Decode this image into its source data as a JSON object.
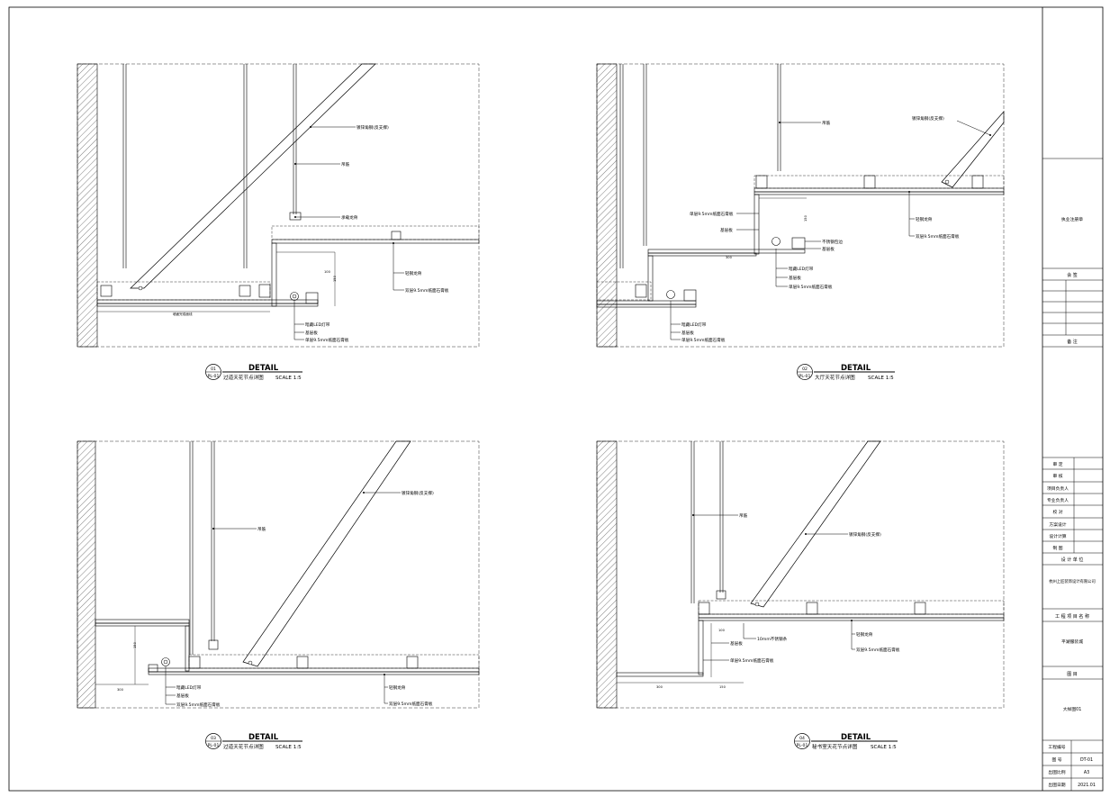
{
  "details": [
    {
      "id": "d1",
      "number": "01",
      "sheet": "PL-01",
      "title": "DETAIL",
      "subtitle": "过道天花节点详图",
      "scale": "SCALE 1:5",
      "labels": [
        "镀锌角钢(反支撑)",
        "吊筋",
        "承载龙骨",
        "轻钢龙骨",
        "双层9.5mm纸面石膏板",
        "暗藏LED灯带",
        "基层板",
        "单层9.5mm纸面石膏板"
      ],
      "dims": [
        "墙面完成面线",
        "150",
        "100"
      ]
    },
    {
      "id": "d2",
      "number": "02",
      "sheet": "PL-01",
      "title": "DETAIL",
      "subtitle": "大厅天花节点详图",
      "scale": "SCALE 1:5",
      "labels": [
        "吊筋",
        "镀锌角钢(反支撑)",
        "单层9.5mm纸面石膏板",
        "基层板",
        "轻钢龙骨",
        "双层9.5mm纸面石膏板",
        "不锈钢包边",
        "基层板",
        "暗藏LED灯带",
        "基层板",
        "单层9.5mm纸面石膏板",
        "暗藏LED灯带",
        "基层板",
        "单层9.5mm纸面石膏板"
      ],
      "dims": [
        "150",
        "300"
      ]
    },
    {
      "id": "d3",
      "number": "03",
      "sheet": "PL-01",
      "title": "DETAIL",
      "subtitle": "过道天花节点详图",
      "scale": "SCALE 1:5",
      "labels": [
        "镀锌角钢(反支撑)",
        "吊筋",
        "暗藏LED灯带",
        "基层板",
        "双层9.5mm纸面石膏板",
        "轻钢龙骨",
        "双层9.5mm纸面石膏板"
      ],
      "dims": [
        "150",
        "300"
      ]
    },
    {
      "id": "d4",
      "number": "04",
      "sheet": "PL-01",
      "title": "DETAIL",
      "subtitle": "秘书室天花节点详图",
      "scale": "SCALE 1:5",
      "labels": [
        "吊筋",
        "镀锌角钢(反支撑)",
        "10mm不锈钢条",
        "基层板",
        "单层9.5mm纸面石膏板",
        "轻钢龙骨",
        "双层9.5mm纸面石膏板"
      ],
      "dims": [
        "100",
        "300",
        "150"
      ]
    }
  ],
  "title_block": {
    "stamp": "执业注册章",
    "countersign": "会 签",
    "remarks": "备 注",
    "roles": [
      "审 定",
      "审 核",
      "项目负责人",
      "专业负责人",
      "校 对",
      "方案设计",
      "设计计算",
      "制 图"
    ],
    "design_unit_label": "设 计 单 位",
    "design_unit": "杭州上匠装饰设计有限公司",
    "project_label": "工 程 项 目 名 称",
    "project": "平湖服装城",
    "drawing_label": "图 目",
    "drawing_name": "大样图01",
    "footer": [
      {
        "label": "工程编号",
        "value": ""
      },
      {
        "label": "图 号",
        "value": "DT-01"
      },
      {
        "label": "出图比例",
        "value": "A3"
      },
      {
        "label": "出图日期",
        "value": "2021.01"
      }
    ]
  }
}
